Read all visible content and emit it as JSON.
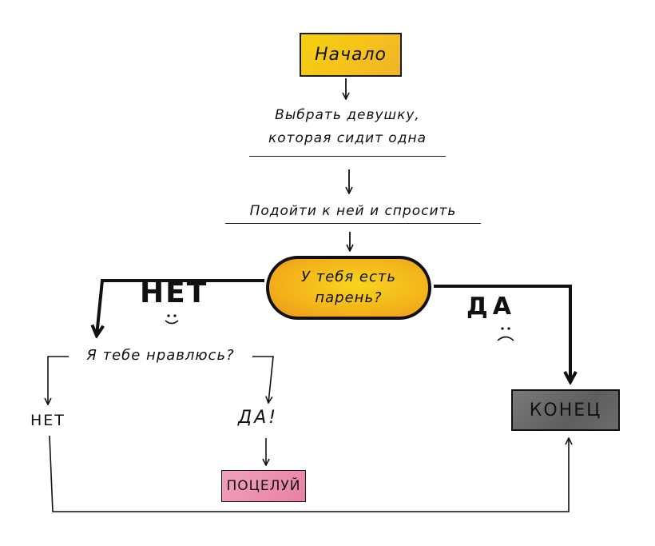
{
  "flowchart": {
    "start": "Начало",
    "step_1": {
      "line_1": "Выбрать девушку,",
      "line_2": "которая сидит одна"
    },
    "step_2": "Подойти к ней и спросить",
    "decision": {
      "line_1": "У тебя есть",
      "line_2": "парень?"
    },
    "branch_no": "НЕТ",
    "branch_yes": "ДА",
    "question": "Я тебе нравлюсь?",
    "answer_no": "НЕТ",
    "answer_yes": "ДА!",
    "kiss": "ПОЦЕЛУЙ",
    "end": "КОНЕЦ"
  },
  "faces": {
    "branch_no": "smiling-face-icon",
    "branch_yes": "sad-face-icon"
  },
  "colors": {
    "start": "#f4d10f",
    "decision": "#f2b01a",
    "kiss": "#e880a6",
    "end": "#6c6c6c",
    "ink": "#111111"
  }
}
